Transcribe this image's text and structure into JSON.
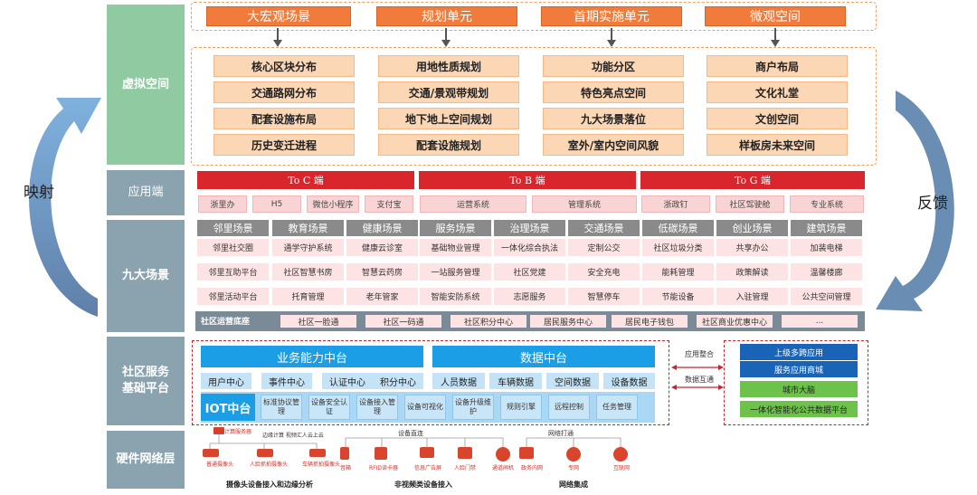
{
  "side": {
    "left": "映射",
    "right": "反馈"
  },
  "layers": {
    "virtual": "虚拟空间",
    "app": "应用端",
    "nine": "九大场景",
    "base_l1": "社区服务",
    "base_l2": "基础平台",
    "hardware": "硬件网络层"
  },
  "virtual": {
    "titles": [
      "大宏观场景",
      "规划单元",
      "首期实施单元",
      "微观空间"
    ],
    "columns": [
      [
        "核心区块分布",
        "交通路网分布",
        "配套设施布局",
        "历史变迁进程"
      ],
      [
        "用地性质规划",
        "交通/景观带规划",
        "地下地上空间规划",
        "配套设施规划"
      ],
      [
        "功能分区",
        "特色亮点空间",
        "九大场景落位",
        "室外/室内空间风貌"
      ],
      [
        "商户布局",
        "文化礼堂",
        "文创空间",
        "样板房未来空间"
      ]
    ]
  },
  "app": {
    "toc": "To C 端",
    "tob": "To B 端",
    "tog": "To G 端",
    "toc_items": [
      "浙里办",
      "H5",
      "微信小程序",
      "支付宝"
    ],
    "tob_items": [
      "运营系统",
      "管理系统"
    ],
    "tog_items": [
      "浙政钉",
      "社区驾驶舱",
      "专业系统"
    ]
  },
  "scenes": [
    {
      "title": "邻里场景",
      "items": [
        "邻里社交圈",
        "邻里互助平台",
        "邻里活动平台"
      ]
    },
    {
      "title": "教育场景",
      "items": [
        "通学守护系统",
        "社区智慧书房",
        "托育管理"
      ]
    },
    {
      "title": "健康场景",
      "items": [
        "健康云诊室",
        "智慧云药房",
        "老年管家"
      ]
    },
    {
      "title": "服务场景",
      "items": [
        "基础物业管理",
        "一站服务管理",
        "智能安防系统"
      ]
    },
    {
      "title": "治理场景",
      "items": [
        "一体化综合执法",
        "社区党建",
        "志愿服务"
      ]
    },
    {
      "title": "交通场景",
      "items": [
        "定制公交",
        "安全充电",
        "智慧停车"
      ]
    },
    {
      "title": "低碳场景",
      "items": [
        "社区垃圾分类",
        "能耗管理",
        "节能设备"
      ]
    },
    {
      "title": "创业场景",
      "items": [
        "共享办公",
        "政策解读",
        "入驻管理"
      ]
    },
    {
      "title": "建筑场景",
      "items": [
        "加装电梯",
        "温馨楼廊",
        "公共空间管理"
      ]
    }
  ],
  "ops": {
    "label": "社区运营底座",
    "items": [
      "社区一脸通",
      "社区一码通",
      "社区积分中心",
      "居民服务中心",
      "居民电子钱包",
      "社区商业优惠中心",
      "..."
    ]
  },
  "platform": {
    "business_title": "业务能力中台",
    "business_items": [
      "用户中心",
      "事件中心",
      "认证中心",
      "积分中心"
    ],
    "data_title": "数据中台",
    "data_items": [
      "人员数据",
      "车辆数据",
      "空间数据",
      "设备数据"
    ],
    "iot_title": "IOT中台",
    "iot_items": [
      "标准协议管理",
      "设备安全认证",
      "设备接入管理",
      "设备可视化",
      "设备升级维护",
      "规则引擎",
      "远程控制",
      "任务管理"
    ],
    "link_top": "应用整合",
    "link_bottom": "数据互通",
    "right_items": [
      "上级多跨应用",
      "服务应用商城",
      "城市大脑",
      "一体化智能化公共数据平台"
    ]
  },
  "hardware": {
    "group1_top": [
      "边缘计算服务器",
      "边缘计算 视频汇人云上云"
    ],
    "group1_icons": [
      "普通摄像头",
      "人脸抓拍摄像头",
      "车辆抓拍摄像头"
    ],
    "group1_caption": "摄像头设备接入和边缘分析",
    "group2_top": "设备直连",
    "group2_icons": [
      "音箱",
      "RFID读卡器",
      "信息广告屏",
      "人脸门禁",
      "通道闸机"
    ],
    "group2_caption": "非视频类设备接入",
    "group3_top": "网络打通",
    "group3_icons": [
      "政务内网",
      "专网",
      "互联网"
    ],
    "group3_caption": "网络集成"
  },
  "colors": {
    "orange": "#f07b3a",
    "red": "#d8262c",
    "blue": "#1c9ee6",
    "navy": "#1a64b8",
    "green": "#6cc24a",
    "layer_gray": "#8aa3ae"
  }
}
